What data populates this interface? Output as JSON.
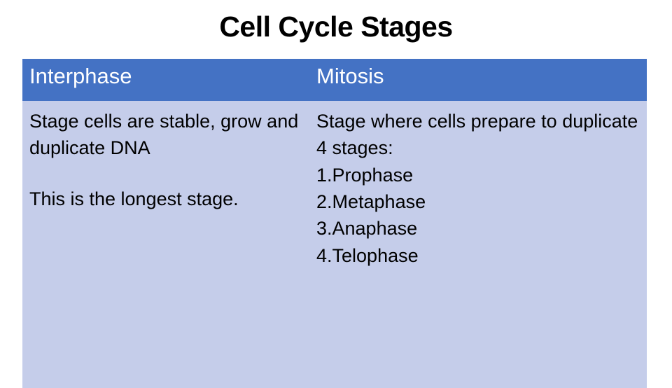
{
  "slide": {
    "title": "Cell Cycle Stages",
    "table": {
      "headers": [
        "Interphase",
        "Mitosis"
      ],
      "columns": [
        {
          "header": "Interphase",
          "paragraph_1": "Stage cells are stable, grow and duplicate DNA",
          "paragraph_2": "This is the longest stage."
        },
        {
          "header": "Mitosis",
          "paragraph_1": "Stage where cells prepare to duplicate\n4 stages:\n1.Prophase\n2.Metaphase\n3.Anaphase\n4.Telophase"
        }
      ]
    },
    "colors": {
      "header_background": "#4472c4",
      "header_text": "#ffffff",
      "body_background": "#c5cdea",
      "body_text": "#000000",
      "slide_background": "#ffffff"
    }
  }
}
